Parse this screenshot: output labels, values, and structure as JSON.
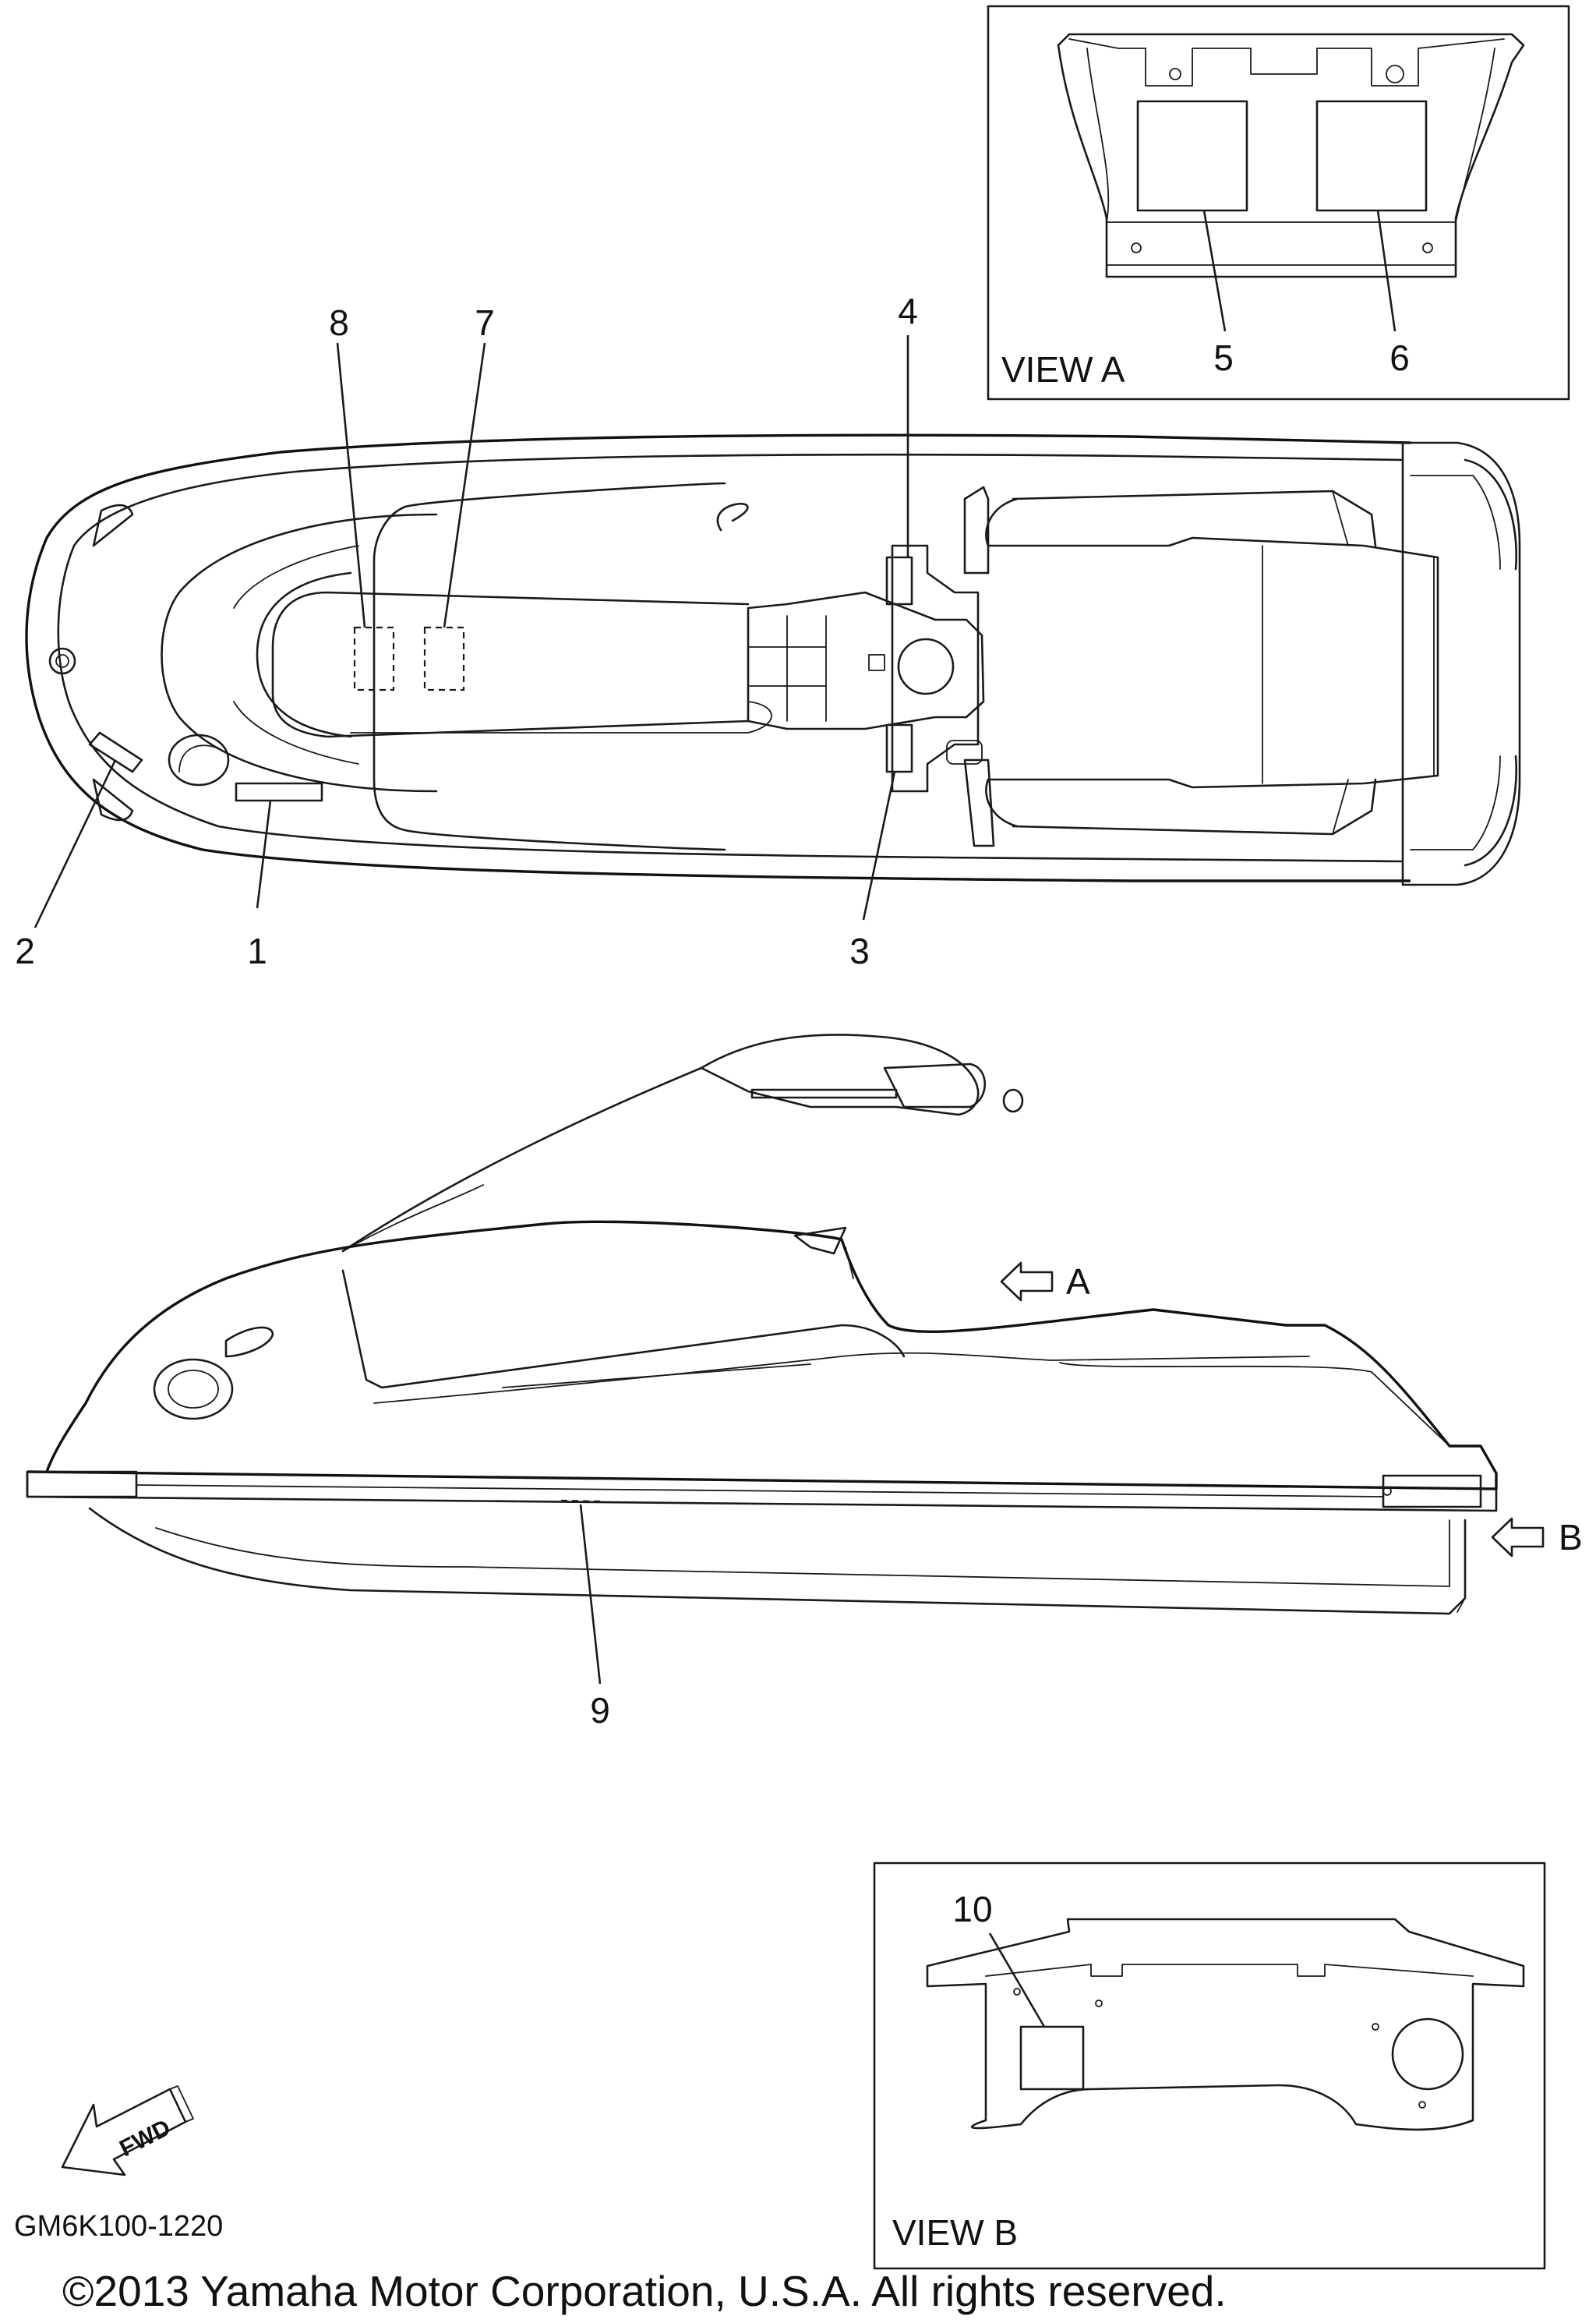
{
  "views": {
    "view_a": {
      "label": "VIEW A"
    },
    "view_b": {
      "label": "VIEW B"
    }
  },
  "callouts": [
    "1",
    "2",
    "3",
    "4",
    "5",
    "6",
    "7",
    "8",
    "9",
    "10"
  ],
  "arrows": {
    "a": "A",
    "b": "B",
    "fwd": "FWD"
  },
  "part_code": "GM6K100-1220",
  "copyright": "©2013 Yamaha Motor Corporation, U.S.A. All rights reserved."
}
